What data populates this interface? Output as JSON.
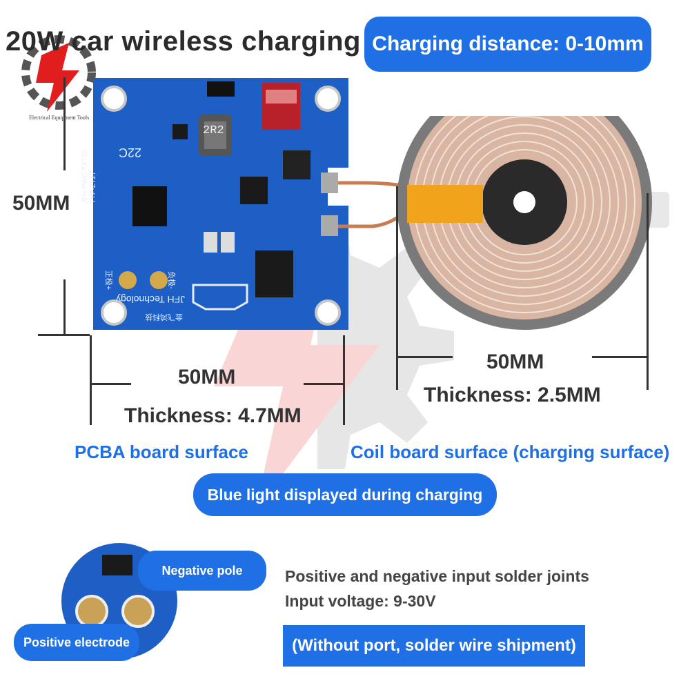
{
  "header": {
    "title": "20W car wireless charging",
    "distance": "Charging distance: 0-10mm",
    "logo_text": "Electrical Equipment Tools"
  },
  "pcb": {
    "height_label": "50MM",
    "width_label": "50MM",
    "thickness": "Thickness: 4.7MM",
    "caption": "PCBA board surface",
    "silk_model": "JFH-PWC-TX730",
    "silk_type": "TYP-ZY27",
    "silk_brand": "JFH Technology",
    "inductor": "2R2",
    "silk_22c": "22C",
    "silk_pos": "正极+",
    "silk_neg": "负极-",
    "silk_cn": "金飞鸿科技"
  },
  "coil": {
    "width_label": "50MM",
    "thickness": "Thickness: 2.5MM",
    "caption": "Coil board surface (charging surface)"
  },
  "notice": {
    "blue_light": "Blue light displayed during charging"
  },
  "terminals": {
    "negative": "Negative pole",
    "positive": "Positive electrode",
    "line1": "Positive and negative input solder joints",
    "line2": "Input voltage: 9-30V",
    "shipment": "(Without port, solder wire shipment)"
  },
  "colors": {
    "accent": "#1f6fe5",
    "pcb_blue": "#1d5fc4",
    "coil_copper": "#d9b6a3",
    "text_dark": "#333333"
  }
}
